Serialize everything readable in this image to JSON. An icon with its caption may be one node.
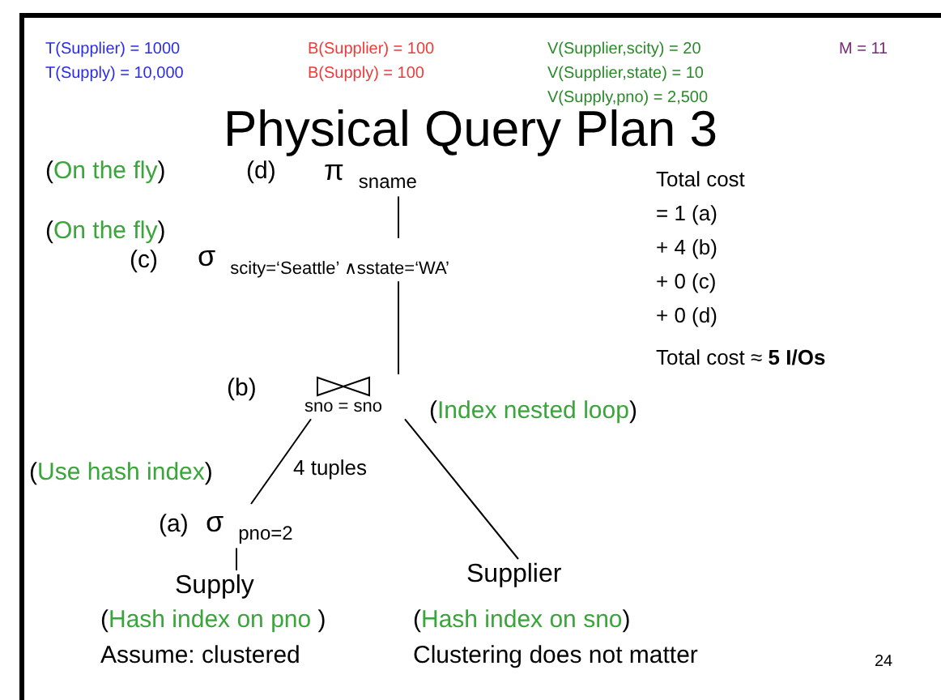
{
  "diagram": {
    "title": "Physical Query Plan 3",
    "nodes": [
      {
        "text": [
          "π $_{sname}$"
        ],
        "beside": [
          "(On the fly)",
          "(d)"
        ]
      },
      {
        "text": [
          "σ $_{scity=‘Seattle’ ∧sstate=‘WA’}$"
        ],
        "beside": [
          "(On the fly)",
          "(c)"
        ]
      },
      {
        "text": [
          "sno = sno"
        ],
        "beside": [
          "(b)",
          "(Index nested loop)"
        ]
      },
      {
        "text": [
          "σ $_{pno=2}$"
        ],
        "beside": [
          "(Use hash index)",
          "(a)"
        ]
      },
      {
        "text": [
          "Supply"
        ],
        "beside": [
          "(Hash index on pno )",
          "Assume: clustered"
        ]
      },
      {
        "text": [
          "Supplier"
        ],
        "beside": [
          "(Hash index on sno)",
          "Clustering does not matter"
        ]
      }
    ],
    "edges": [
      {
        "from": 0,
        "to": 1,
        "arrow": "none"
      },
      {
        "from": 1,
        "to": 2,
        "arrow": "none"
      },
      {
        "from": 2,
        "to": 3,
        "arrow": "none",
        "label": "4 tuples"
      },
      {
        "from": 2,
        "to": 5,
        "arrow": "none"
      },
      {
        "from": 3,
        "to": 4,
        "arrow": "none"
      }
    ],
    "labels": [
      "T(Supplier) = 1000",
      "B(Supplier) = 100",
      "V(Supplier,scity) = 20",
      "M = 11",
      "T(Supply) = 10,000",
      "B(Supply) = 100",
      "V(Supplier,state) = 10",
      "V(Supply,pno) = 2,500",
      "Total cost",
      "= 1 (a)",
      "+ 4 (b)",
      "+ 0 (c)",
      "+ 0 (d)",
      "Total cost  ≈  **5 I/Os**",
      "24"
    ]
  }
}
